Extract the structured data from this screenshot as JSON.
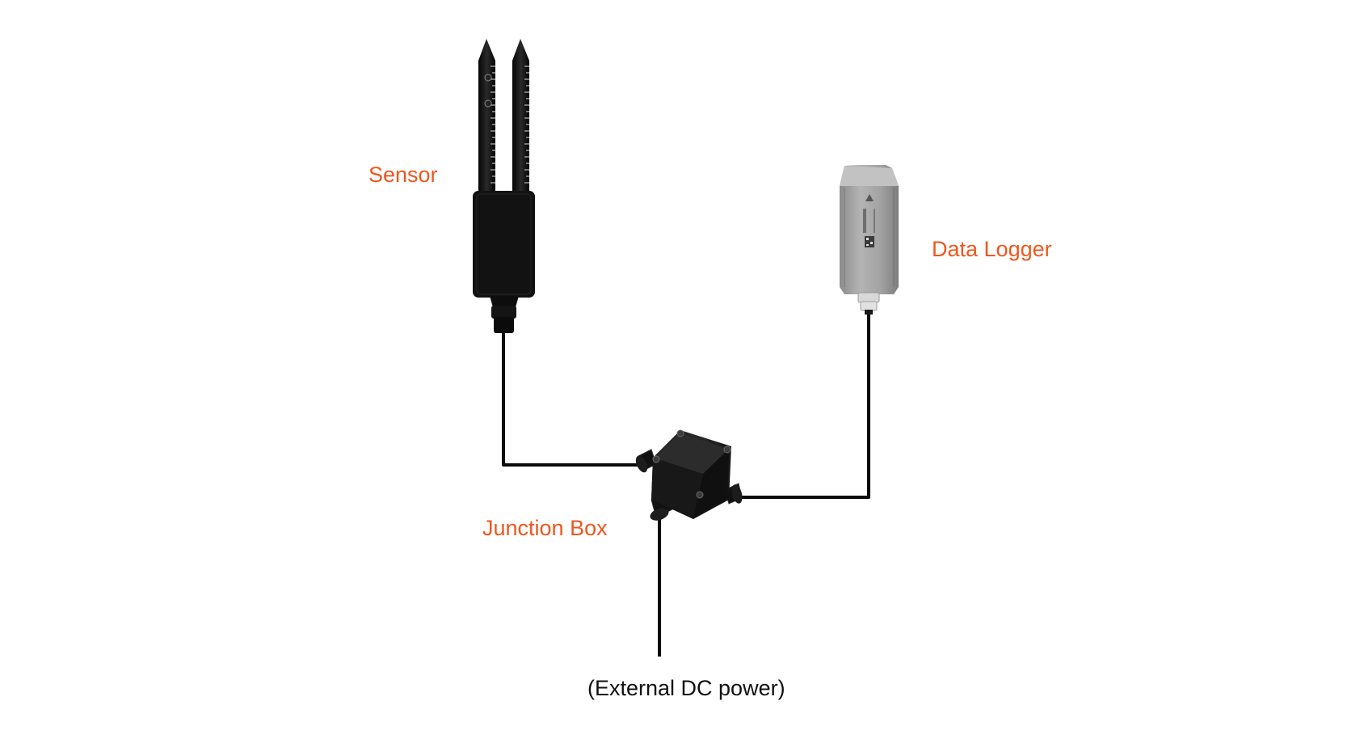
{
  "labels": {
    "sensor": "Sensor",
    "data_logger": "Data Logger",
    "junction_box": "Junction Box",
    "external_power": "(External DC power)"
  },
  "icons": {
    "sensor": "soil-moisture-probe",
    "data_logger": "data-logger-device",
    "junction_box": "waterproof-junction-box"
  },
  "colors": {
    "label_accent": "#f0561e",
    "label_text": "#111111",
    "cable": "#0a0a0a",
    "logger_body": "#9a9a9a",
    "probe_body": "#111111"
  }
}
